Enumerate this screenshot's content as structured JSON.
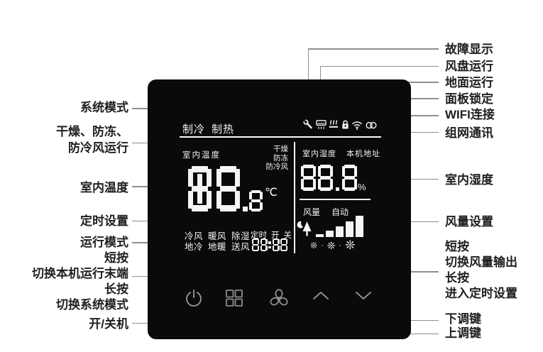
{
  "device": "thermostat-panel-diagram",
  "colors": {
    "panel_bg": "#0a0a0a",
    "display_text": "#f5f5f5",
    "button_icon": "#8d8d8d",
    "callout_line": "#8f8f8f",
    "label_text": "#1f1f1f",
    "page_bg": "#ffffff"
  },
  "labels": {
    "left": {
      "system_mode": "系统模式",
      "protect_line1": "干燥、防冻、",
      "protect_line2": "防冷风运行",
      "room_temp": "室内温度",
      "timer_set": "定时设置",
      "run_mode": "运行模式",
      "press_lines": [
        "短按",
        "切换本机运行末端",
        "长按",
        "切换系统模式"
      ],
      "power": "开/关机"
    },
    "right": {
      "fault": "故障显示",
      "fan_coil": "风盘运行",
      "floor": "地面运行",
      "lock": "面板锁定",
      "wifi": "WIFI连接",
      "network": "组网通讯",
      "humidity": "室内湿度",
      "fan_set": "风量设置",
      "press_lines": [
        "短按",
        "切换风量输出",
        "长按",
        "进入定时设置"
      ],
      "down_key": "下调键",
      "up_key": "上调键"
    }
  },
  "display": {
    "mode_cool": "制冷",
    "mode_heat": "制热",
    "status_icons": [
      "fault-wrench",
      "fan-coil",
      "floor-heating",
      "panel-lock",
      "wifi",
      "network-link"
    ],
    "temp_label": "室内温度",
    "protect": [
      "干燥",
      "防冻",
      "防冷风"
    ],
    "temp_value": "88.8",
    "temp_unit": "℃",
    "humid_label": "室内湿度",
    "addr_label": "本机地址",
    "humid_value": "88.8",
    "humid_unit": "%",
    "modes_row1": [
      "冷风",
      "暖风",
      "除湿"
    ],
    "modes_row2": [
      "地冷",
      "地暖",
      "送风"
    ],
    "timer_label": "定时",
    "timer_on": "开",
    "timer_off": "关",
    "timer_value": "88:88",
    "fan_label": "风量",
    "fan_auto": "自动",
    "fan_bar_levels": [
      4,
      9,
      15,
      22,
      30
    ],
    "fan_glyph": "❊",
    "fan_sep": "·"
  },
  "buttons": [
    "power",
    "mode-grid",
    "fan",
    "up",
    "down"
  ]
}
